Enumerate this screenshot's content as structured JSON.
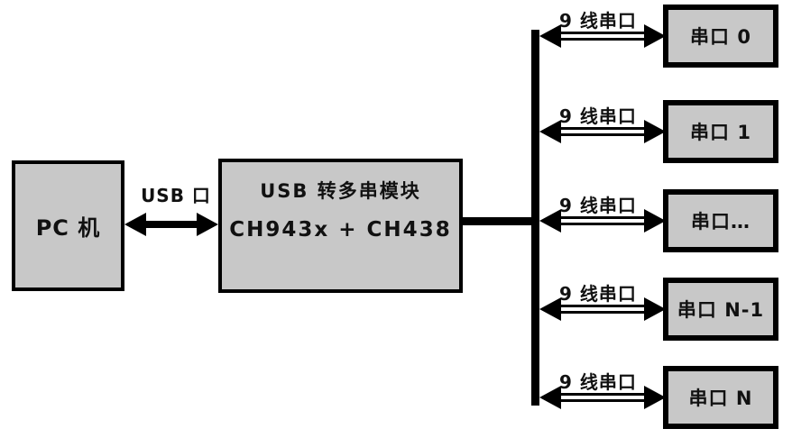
{
  "diagram": {
    "pc_box": {
      "label": "PC 机"
    },
    "usb_link": {
      "label": "USB 口"
    },
    "module_box": {
      "line1": "USB 转多串模块",
      "line2": "CH943x + CH438"
    },
    "rows": [
      {
        "link_label": "9 线串口",
        "port_label": "串口 0"
      },
      {
        "link_label": "9 线串口",
        "port_label": "串口 1"
      },
      {
        "link_label": "9 线串口",
        "port_label": "串口…"
      },
      {
        "link_label": "9 线串口",
        "port_label": "串口 N-1"
      },
      {
        "link_label": "9 线串口",
        "port_label": "串口 N"
      }
    ]
  },
  "colors": {
    "background": "#ffffff",
    "box_fill": "#c8c8c8",
    "border": "#000000",
    "ink": "#111111"
  }
}
